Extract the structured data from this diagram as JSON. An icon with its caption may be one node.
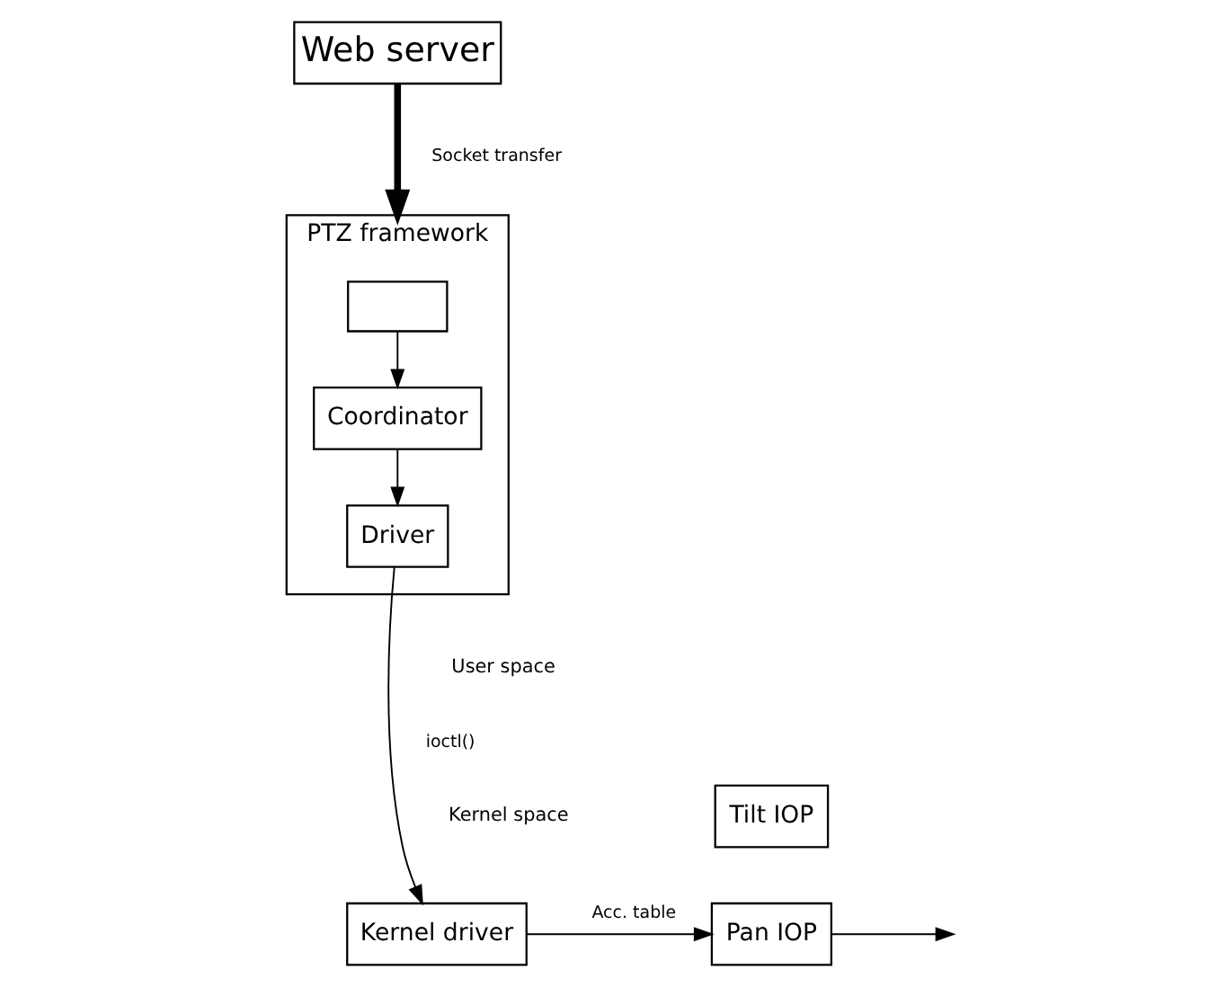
{
  "diagram": {
    "nodes": [
      {
        "text": [
          "Web server"
        ]
      },
      {
        "text": [
          "PTZ framework"
        ]
      },
      {
        "text": [],
        "shape": "box",
        "in": 1
      },
      {
        "text": [
          "Coordinator"
        ],
        "in": 1
      },
      {
        "text": [
          "Driver"
        ],
        "in": 1
      },
      {
        "text": [
          "Kernel driver"
        ]
      },
      {
        "text": [
          "Tilt IOP"
        ]
      },
      {
        "text": [
          "Pan IOP"
        ]
      }
    ],
    "edges": [
      {
        "from": 0,
        "to": 1,
        "arrow": "to",
        "label": "Socket transfer",
        "style": "thick"
      },
      {
        "from": 2,
        "to": 3,
        "arrow": "to"
      },
      {
        "from": 3,
        "to": 4,
        "arrow": "to"
      },
      {
        "from": 4,
        "to": 5,
        "arrow": "to",
        "label": "ioctl()"
      },
      {
        "from": 5,
        "to": 7,
        "arrow": "to",
        "label": "Acc. table"
      },
      {
        "from": 7,
        "to": null,
        "arrow": "to"
      }
    ],
    "labels": [
      "User space",
      "Kernel space"
    ]
  }
}
